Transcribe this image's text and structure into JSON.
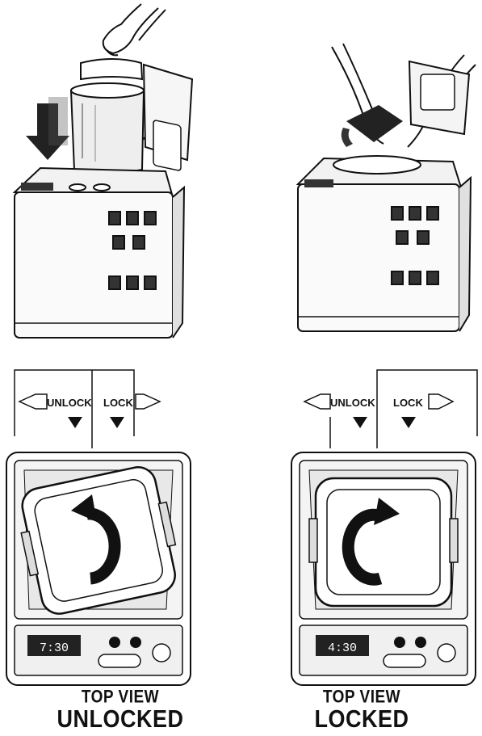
{
  "panels": [
    {
      "id": "unlocked",
      "unlock_label": "UNLOCK",
      "lock_label": "LOCK",
      "caption_small": "TOP VIEW",
      "caption_big": "UNLOCKED",
      "display_text": "7:30"
    },
    {
      "id": "locked",
      "unlock_label": "UNLOCK",
      "lock_label": "LOCK",
      "caption_small": "TOP VIEW",
      "caption_big": "LOCKED",
      "display_text": "4:30"
    }
  ],
  "icons": [
    "hand-icon",
    "down-arrow-icon",
    "bread-maker-icon",
    "bread-pan-icon",
    "rotate-arrow-icon",
    "pointer-triangle-icon"
  ]
}
